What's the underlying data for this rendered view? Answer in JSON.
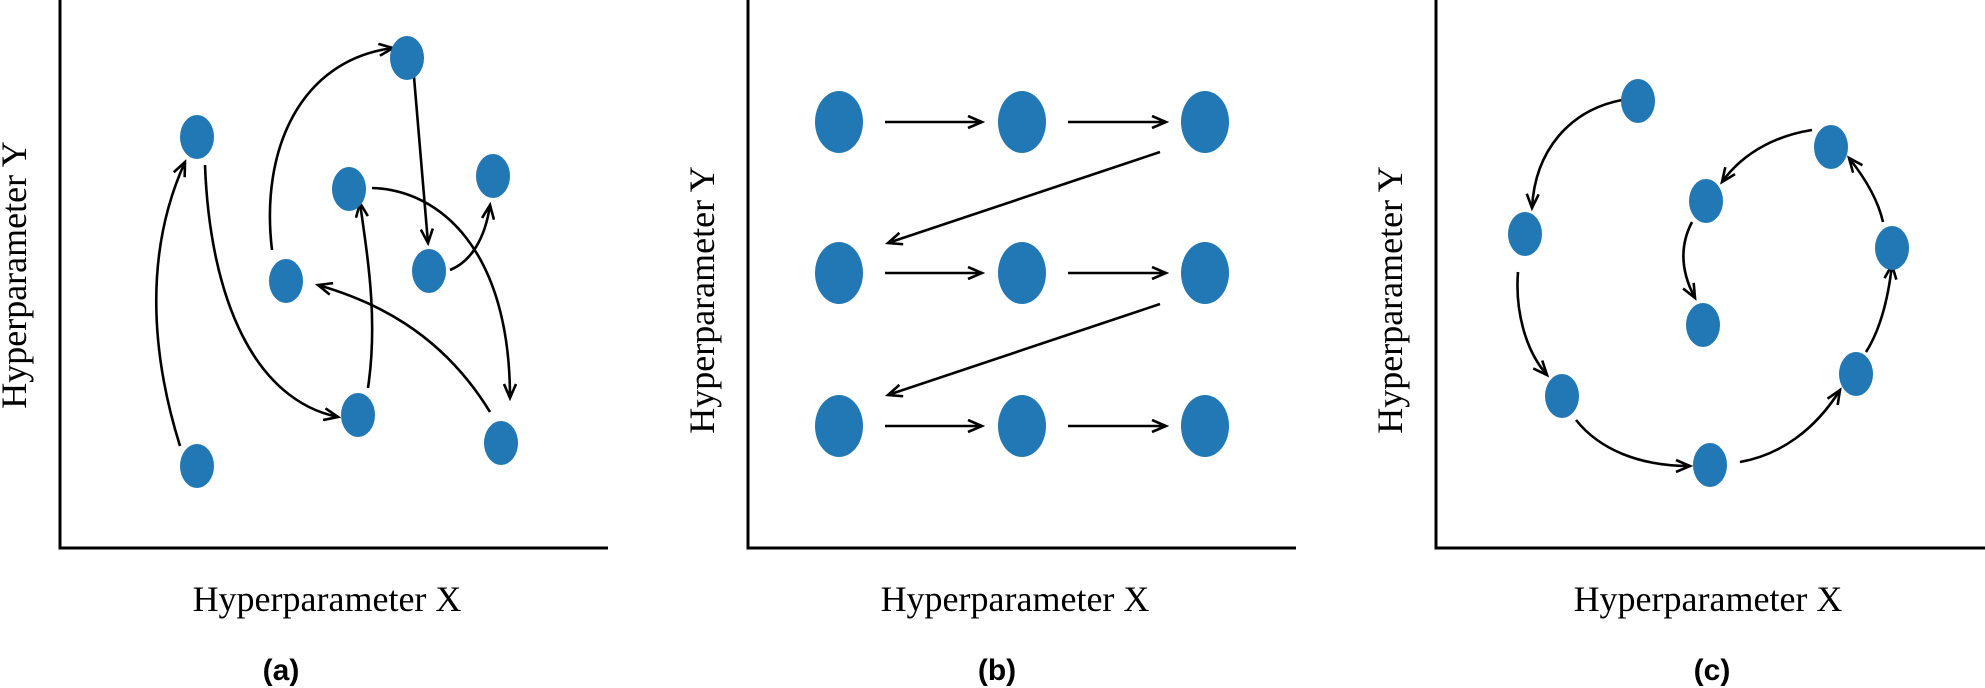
{
  "colors": {
    "point": "#2278b5",
    "line": "#000000"
  },
  "panels": [
    {
      "label": "(a)",
      "method": "random",
      "xlabel": "Hyperparameter X",
      "ylabel": "Hyperparameter Y"
    },
    {
      "label": "(b)",
      "method": "grid",
      "xlabel": "Hyperparameter X",
      "ylabel": "Hyperparameter Y"
    },
    {
      "label": "(c)",
      "method": "sequential",
      "xlabel": "Hyperparameter X",
      "ylabel": "Hyperparameter Y"
    }
  ]
}
